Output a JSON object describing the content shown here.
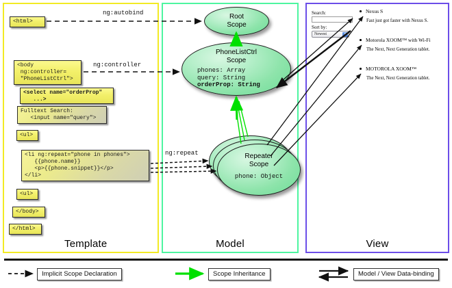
{
  "diagram": {
    "title": "AngularJS Scope / Template / Model / View data-binding diagram",
    "colors": {
      "template_border": "#f2ea24",
      "model_border": "#4df5a0",
      "view_border": "#6b4de8",
      "template_box_fill": "#f3f06a",
      "scope_fill": "#8ee4ab",
      "inheritance_arrow": "#00e000",
      "binding_arrow": "#000000"
    }
  },
  "panels": {
    "template": {
      "label": "Template"
    },
    "model": {
      "label": "Model"
    },
    "view": {
      "label": "View"
    }
  },
  "template": {
    "boxes": [
      {
        "id": "html-open",
        "text": "<html>"
      },
      {
        "id": "body-open",
        "text": "<body\n ng:controller=\n \"PhoneListCtrl\">"
      },
      {
        "id": "select",
        "text": "<select name=\"orderProp\"\n   ...>"
      },
      {
        "id": "fulltext",
        "text": "Fulltext Search:\n   <input name=\"query\">"
      },
      {
        "id": "ul-open",
        "text": "<ul>"
      },
      {
        "id": "li-repeat",
        "text": "<li ng:repeat=\"phone in phones\">\n   {{phone.name}}\n   <p>{{phone.snippet}}</p>\n</li>"
      },
      {
        "id": "ul-close",
        "text": "<ul>"
      },
      {
        "id": "body-close",
        "text": "</body>"
      },
      {
        "id": "html-close",
        "text": "</html>"
      }
    ]
  },
  "model": {
    "scopes": [
      {
        "id": "root-scope",
        "title_line1": "Root",
        "title_line2": "Scope",
        "props": []
      },
      {
        "id": "phonelistctrl-scope",
        "title_line1": "PhoneListCtrl",
        "title_line2": "Scope",
        "props": [
          {
            "text": "phones: Array",
            "bold": false
          },
          {
            "text": "query: String",
            "bold": false
          },
          {
            "text": "orderProp: String",
            "bold": true
          }
        ]
      },
      {
        "id": "repeater-scope",
        "title_line1": "Repeater",
        "title_line2": "Scope",
        "props": [
          {
            "text": "phone: Object",
            "bold": false
          }
        ]
      }
    ]
  },
  "view": {
    "search_label": "Search:",
    "search_value": "",
    "sort_label": "Sort by:",
    "sort_selected": "Newest",
    "phones": [
      {
        "name": "Nexus S",
        "snippet": "Fast just got faster with Nexus S."
      },
      {
        "name": "Motorola XOOM™ with Wi-Fi",
        "snippet": "The Next, Next Generation tablet."
      },
      {
        "name": "MOTOROLA XOOM™",
        "snippet": "The Next, Next Generation tablet."
      }
    ]
  },
  "edges": {
    "autobind": "ng:autobind",
    "controller": "ng:controller",
    "repeat": "ng:repeat"
  },
  "legend": {
    "items": [
      {
        "id": "implicit-scope-declaration",
        "label": "Implicit Scope Declaration",
        "style": "dashed-arrow",
        "color": "#000000"
      },
      {
        "id": "scope-inheritance",
        "label": "Scope Inheritance",
        "style": "solid-green-arrow",
        "color": "#00e000"
      },
      {
        "id": "model-view-data-binding",
        "label": "Model / View Data-binding",
        "style": "double-arrow",
        "color": "#000000"
      }
    ]
  }
}
